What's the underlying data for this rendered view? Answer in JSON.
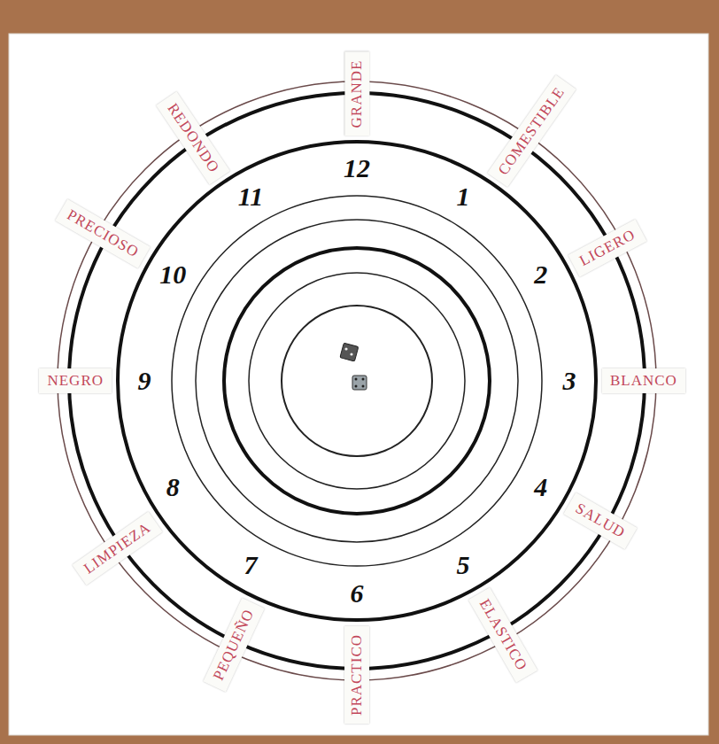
{
  "diagram": {
    "labels": [
      "GRANDE",
      "COMESTIBLE",
      "LIGERO",
      "BLANCO",
      "SALUD",
      "ELASTICO",
      "PRACTICO",
      "PEQUEÑO",
      "LIMPIEZA",
      "NEGRO",
      "PRECIOSO",
      "REDONDO",
      "1",
      "2",
      "3",
      "4",
      "5",
      "6",
      "7",
      "8",
      "9",
      "10",
      "11",
      "12"
    ]
  }
}
